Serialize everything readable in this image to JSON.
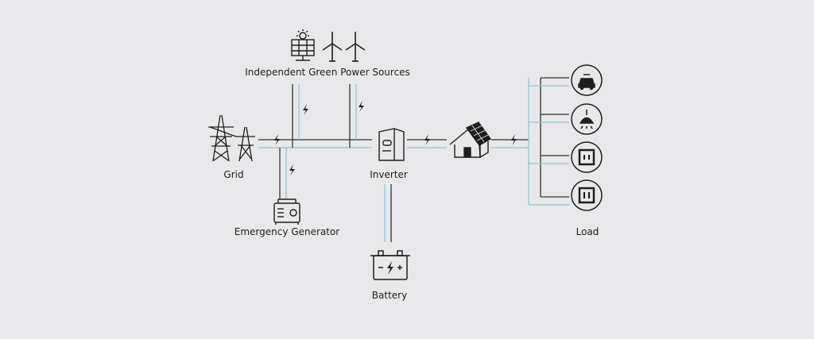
{
  "labels": {
    "green_sources": "Independent Green Power Sources",
    "grid": "Grid",
    "inverter": "Inverter",
    "generator": "Emergency Generator",
    "battery": "Battery",
    "load": "Load"
  },
  "icons": {
    "solar": "solar-panel-icon",
    "wind": "wind-turbine-icon",
    "grid": "power-tower-icon",
    "generator": "generator-icon",
    "inverter": "inverter-icon",
    "house": "solar-house-icon",
    "battery": "battery-icon",
    "bolt": "lightning-bolt-icon",
    "loads": [
      "car-charger-icon",
      "ceiling-lamp-icon",
      "socket-icon",
      "switch-icon"
    ]
  },
  "colors": {
    "line_dark": "#333333",
    "line_blue": "#8ec6d6",
    "background": "#e8e8ea"
  }
}
